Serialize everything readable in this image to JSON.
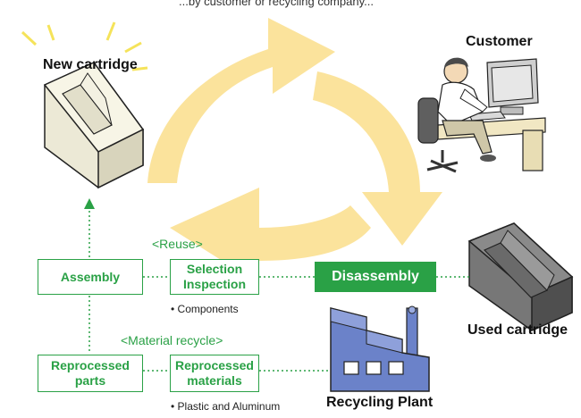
{
  "header_fragment": "...by customer or recycling company...",
  "labels": {
    "new_cartridge": "New cartridge",
    "customer": "Customer",
    "used_cartridge": "Used cartridge",
    "recycling_plant": "Recycling Plant"
  },
  "process": {
    "reuse_title": "<Reuse>",
    "material_recycle_title": "<Material recycle>",
    "assembly": "Assembly",
    "selection_line1": "Selection",
    "selection_line2": "Inspection",
    "disassembly": "Disassembly",
    "reprocessed_parts_line1": "Reprocessed",
    "reprocessed_parts_line2": "parts",
    "reprocessed_materials_line1": "Reprocessed",
    "reprocessed_materials_line2": "materials",
    "components_note": "• Components",
    "plastic_note": "• Plastic and Aluminum"
  },
  "colors": {
    "accent_green": "#2aa146",
    "cycle_arrow": "#fbe39c",
    "factory_blue": "#6b82c9",
    "cartridge_light": "#ece9d6",
    "cartridge_dark": "#5b5b5b"
  },
  "icons": [
    "cycle-arrows-icon",
    "new-cartridge-icon",
    "customer-at-computer-icon",
    "used-cartridge-icon",
    "factory-icon"
  ]
}
